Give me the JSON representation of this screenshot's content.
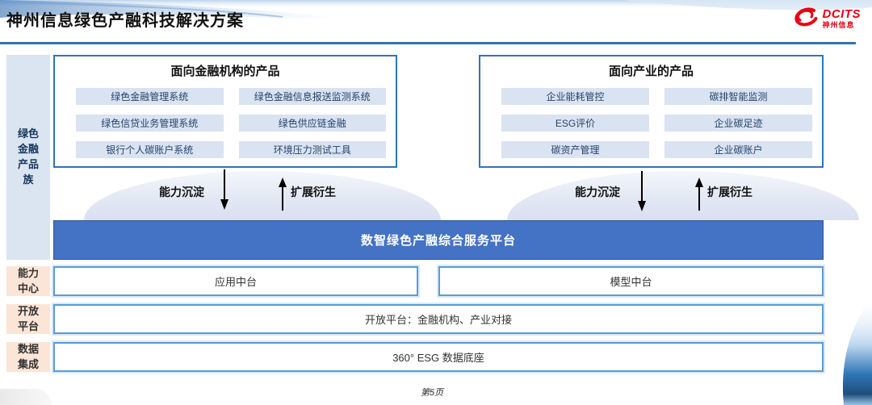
{
  "header": {
    "title": "神州信息绿色产融科技解决方案",
    "logo": {
      "brand": "DCITS",
      "brand_cn": "神州信息"
    }
  },
  "sidebar": {
    "product_family": "绿色金融产品族",
    "capability_center": "能力中心",
    "open_platform": "开放平台",
    "data_integration": "数据集成"
  },
  "finance_panel": {
    "title": "面向金融机构的产品",
    "items": [
      "绿色金融管理系统",
      "绿色金融信息报送监测系统",
      "绿色信贷业务管理系统",
      "绿色供应链金融",
      "银行个人碳账户系统",
      "环境压力测试工具"
    ]
  },
  "industry_panel": {
    "title": "面向产业的产品",
    "items": [
      "企业能耗管控",
      "碳排智能监测",
      "ESG评价",
      "企业碳足迹",
      "碳资产管理",
      "企业碳账户"
    ]
  },
  "flows": {
    "down_label": "能力沉淀",
    "up_label": "扩展衍生",
    "down_icon": "down-arrow-icon",
    "up_icon": "up-arrow-icon"
  },
  "platform_bar": {
    "title": "数智绿色产融综合服务平台"
  },
  "middle_row": {
    "left": "应用中台",
    "right": "模型中台"
  },
  "open_row": {
    "text": "开放平台：金融机构、产业对接"
  },
  "data_row": {
    "text": "360° ESG 数据底座"
  },
  "footer": {
    "page_label": "第5页"
  },
  "colors": {
    "platform_bar_bg": "#4472c4",
    "panel_border": "#2e75b6",
    "item_bg": "#dae3f1",
    "sidebar_blue_bg": "#dbe5f1",
    "sidebar_peach_bg": "#fbe5d6",
    "header_rule": "#2e75b6",
    "logo_red": "#e60012"
  }
}
